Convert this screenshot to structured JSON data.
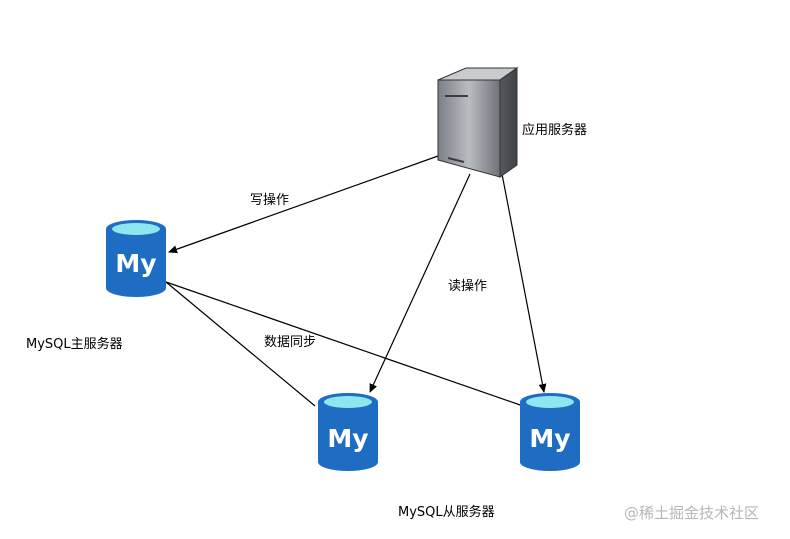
{
  "nodes": {
    "app_server": {
      "label": "应用服务器"
    },
    "master_db": {
      "label": "MySQL主服务器",
      "logo": "My"
    },
    "slave_db_1": {
      "logo": "My"
    },
    "slave_db_2": {
      "logo": "My"
    },
    "slaves_label": "MySQL从服务器"
  },
  "edges": {
    "write": "写操作",
    "read": "读操作",
    "sync": "数据同步"
  },
  "watermark": "@稀土掘金技术社区",
  "icons": {
    "server": "server-icon",
    "database": "mysql-database-icon"
  },
  "colors": {
    "db_body": "#1e6dc2",
    "db_top": "#8ee7ef",
    "server_front": "#6c7077",
    "server_side": "#8a8e94",
    "edge": "#000000"
  }
}
